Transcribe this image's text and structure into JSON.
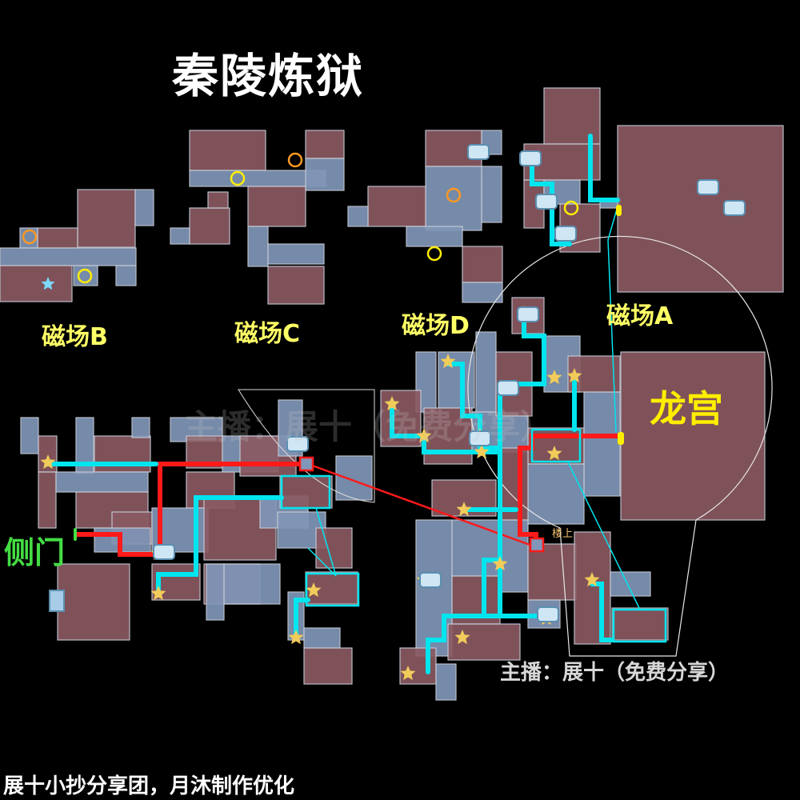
{
  "title": "秦陵炼狱",
  "zones": {
    "b": "磁场B",
    "c": "磁场C",
    "d": "磁场D",
    "a": "磁场A",
    "dragon_palace": "龙宫",
    "side_door": "侧门",
    "upstairs": "楼上"
  },
  "watermark": "主播：展十（免费分享）",
  "credit": "主播：展十（免费分享）",
  "footer": "展十小抄分享团，月沐制作优化",
  "colors": {
    "background": "#000000",
    "room_red": "#8a5a62",
    "room_blue": "#8196b8",
    "route_cyan": "#00e5ee",
    "route_red": "#ff1a1a",
    "zone_label": "#ffff66",
    "side_door_label": "#44dd44",
    "star": "#f2cc5a"
  },
  "icons": [
    "star-marker-icon",
    "chest-icon",
    "ring-marker-icon",
    "exit-door-icon",
    "blue-star-icon"
  ]
}
